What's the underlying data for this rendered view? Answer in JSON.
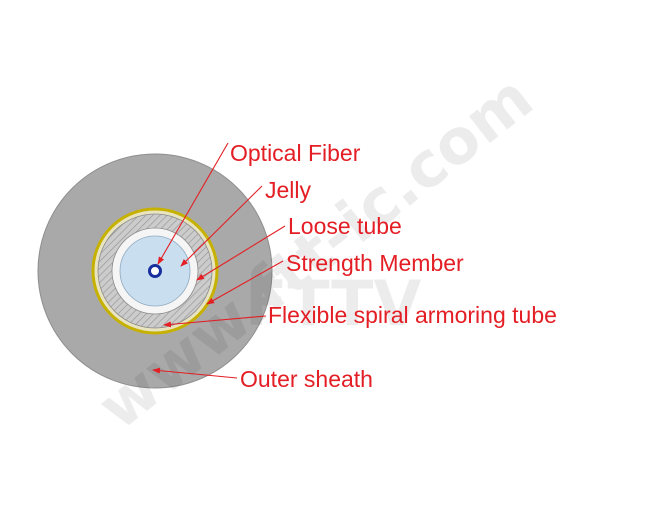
{
  "diagram": {
    "labels": {
      "optical_fiber": "Optical Fiber",
      "jelly": "Jelly",
      "loose_tube": "Loose tube",
      "strength_member": "Strength Member",
      "armoring_tube": "Flexible spiral armoring tube",
      "outer_sheath": "Outer sheath"
    },
    "watermark": {
      "text": "www.ftt-ic.com",
      "logo_text": "FTTV"
    },
    "colors": {
      "label_text": "#e31e24",
      "leader_line": "#e31e24",
      "outer_sheath": "#a9a9a9",
      "outer_sheath_edge": "#8e8e8e",
      "armor_stroke": "#c7b100",
      "armor_fill": "#e8e4c0",
      "strength_member": "#cccccc",
      "strength_hatch": "#9a9a9a",
      "loose_tube": "#f5f5f5",
      "jelly": "#c9dff0",
      "fiber_ring": "#1a2f9e",
      "watermark": "#000000"
    }
  }
}
